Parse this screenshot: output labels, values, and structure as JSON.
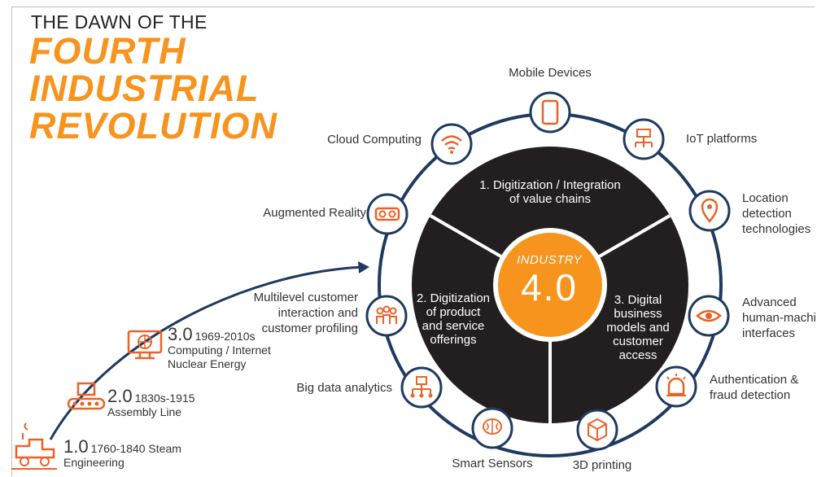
{
  "title": {
    "pre": "THE DAWN OF THE",
    "line1": "FOURTH",
    "line2": "INDUSTRIAL",
    "line3": "REVOLUTION"
  },
  "center": {
    "small": "INDUSTRY",
    "big": "4.0"
  },
  "segments": {
    "top": [
      "1. Digitization / Integration",
      "of value chains"
    ],
    "left": [
      "2. Digitization",
      "of product",
      "and service",
      "offerings"
    ],
    "right": [
      "3. Digital",
      "business",
      "models and",
      "customer",
      "access"
    ]
  },
  "technologies": {
    "mobile": "Mobile Devices",
    "iot": "IoT platforms",
    "location": [
      "Location",
      "detection",
      "technologies"
    ],
    "hmi": [
      "Advanced",
      "human-machine",
      "interfaces"
    ],
    "auth": [
      "Authentication &",
      "fraud detection"
    ],
    "printing": "3D printing",
    "sensors": "Smart Sensors",
    "bigdata": "Big data analytics",
    "profiling": [
      "Multilevel customer",
      "interaction and",
      "customer profiling"
    ],
    "ar": "Augmented Reality",
    "cloud": "Cloud Computing"
  },
  "eras": [
    {
      "num": "3.0",
      "years": "1969-2010s",
      "lines": [
        "Computing / Internet",
        "Nuclear Energy"
      ]
    },
    {
      "num": "2.0",
      "years": "1830s-1915",
      "lines": [
        "Assembly Line"
      ]
    },
    {
      "num": "1.0",
      "years": "1760-1840 Steam",
      "lines": [
        "Engineering"
      ]
    }
  ],
  "colors": {
    "accent": "#f7941d",
    "dark": "#231f20",
    "ring": "#1f3a5f",
    "icon": "#e8632a"
  }
}
